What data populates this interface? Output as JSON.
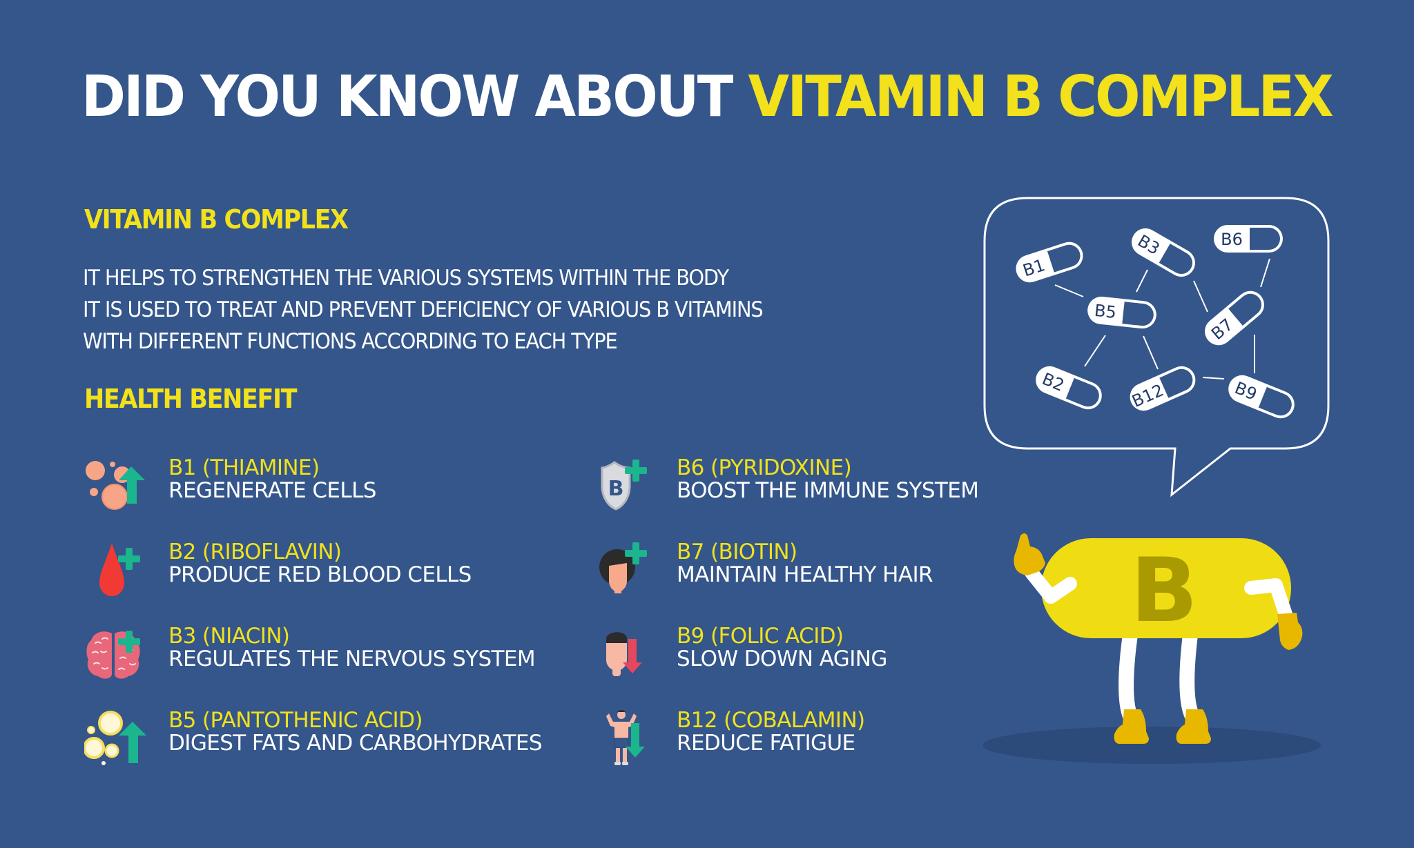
{
  "header": {
    "title_part1": "DID YOU KNOW ABOUT",
    "title_part2": "VITAMIN B COMPLEX"
  },
  "intro_section": {
    "title": "VITAMIN B COMPLEX",
    "lines": [
      "IT HELPS TO STRENGTHEN THE VARIOUS SYSTEMS WITHIN THE BODY",
      "IT IS USED TO TREAT AND PREVENT DEFICIENCY OF VARIOUS B VITAMINS",
      "WITH DIFFERENT FUNCTIONS ACCORDING TO EACH TYPE"
    ]
  },
  "benefits_section": {
    "title": "HEALTH BENEFIT",
    "items": [
      {
        "name": "B1 (THIAMINE)",
        "description": "REGENERATE CELLS",
        "icon": "cells-up-icon"
      },
      {
        "name": "B2 (RIBOFLAVIN)",
        "description": "PRODUCE RED BLOOD CELLS",
        "icon": "blood-drop-plus-icon"
      },
      {
        "name": "B3 (NIACIN)",
        "description": "REGULATES THE NERVOUS SYSTEM",
        "icon": "brain-plus-icon"
      },
      {
        "name": "B5 (PANTOTHENIC ACID)",
        "description": "DIGEST FATS AND CARBOHYDRATES",
        "icon": "fat-cells-up-icon"
      },
      {
        "name": "B6 (PYRIDOXINE)",
        "description": "BOOST THE IMMUNE SYSTEM",
        "icon": "shield-plus-icon"
      },
      {
        "name": "B7 (BIOTIN)",
        "description": "MAINTAIN HEALTHY HAIR",
        "icon": "hair-plus-icon"
      },
      {
        "name": "B9 (FOLIC ACID)",
        "description": "SLOW DOWN AGING",
        "icon": "face-down-icon"
      },
      {
        "name": "B12 (COBALAMIN)",
        "description": "REDUCE FATIGUE",
        "icon": "strong-man-down-icon"
      }
    ]
  },
  "speech_bubble": {
    "capsules": [
      "B1",
      "B3",
      "B6",
      "B5",
      "B7",
      "B2",
      "B12",
      "B9"
    ]
  },
  "mascot": {
    "letter": "B"
  },
  "colors": {
    "background": "#34568A",
    "accent_yellow": "#F2E11B",
    "text_white": "#FFFFFF",
    "icon_green": "#1BB58E",
    "icon_red": "#E5485C",
    "mascot_yellow": "#F0DC12",
    "mascot_letter": "#A89A00",
    "glove_gold": "#E8B800"
  }
}
